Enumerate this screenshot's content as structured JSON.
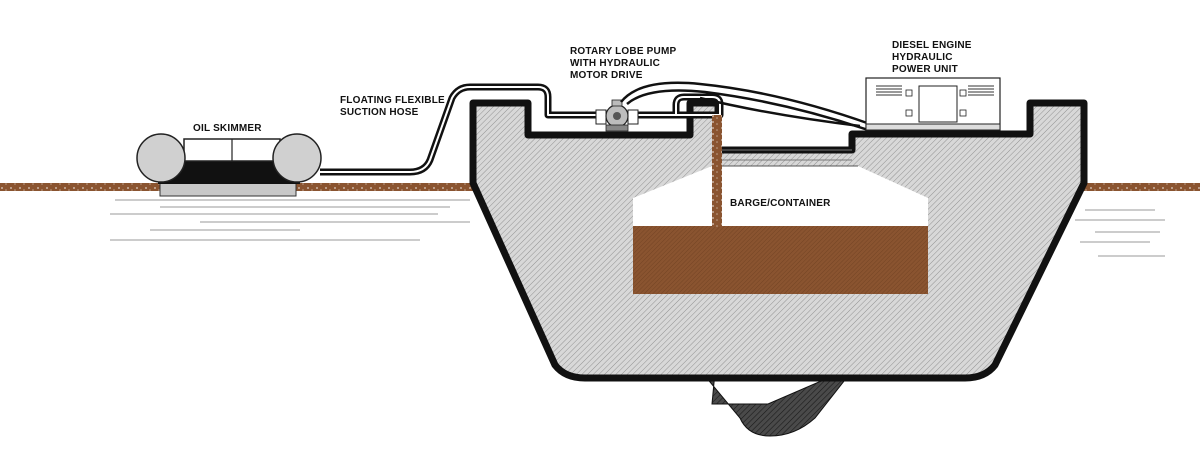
{
  "labels": {
    "oil_skimmer": "OIL SKIMMER",
    "hose": [
      "FLOATING FLEXIBLE",
      "SUCTION HOSE"
    ],
    "pump": [
      "ROTARY LOBE PUMP",
      "WITH HYDRAULIC",
      "MOTOR DRIVE"
    ],
    "engine": [
      "DIESEL ENGINE",
      "HYDRAULIC",
      "POWER UNIT"
    ],
    "barge": "BARGE/CONTAINER"
  },
  "colors": {
    "oil": "#8a5430",
    "hull_fill": "#d6d6d6",
    "outline": "#111111",
    "background": "#ffffff"
  },
  "components": [
    "oil-skimmer",
    "floating-flexible-suction-hose",
    "rotary-lobe-pump",
    "diesel-engine-hydraulic-power-unit",
    "barge-container"
  ]
}
